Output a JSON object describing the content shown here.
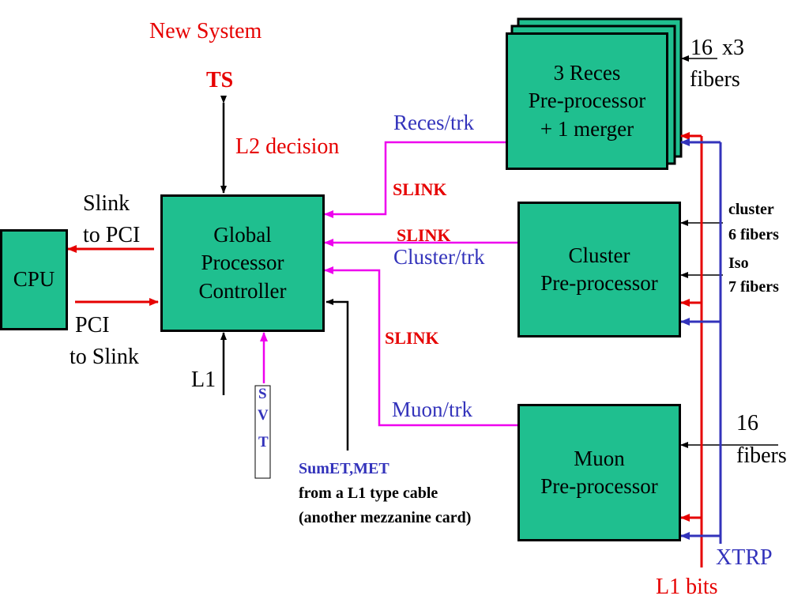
{
  "labels": {
    "new_system": "New System",
    "ts": "TS",
    "l2_decision": "L2 decision",
    "reces_trk": "Reces/trk",
    "slink_1": "SLINK",
    "slink_2": "SLINK",
    "slink_3": "SLINK",
    "cluster_trk": "Cluster/trk",
    "muon_trk": "Muon/trk",
    "slink_to_pci_1": "Slink",
    "slink_to_pci_2": "to PCI",
    "pci_to_slink_1": "PCI",
    "pci_to_slink_2": "to Slink",
    "l1": "L1",
    "svt": [
      "S",
      "V",
      "T"
    ],
    "sumet_met": "SumET,MET",
    "from_l1_cable": "from a L1 type cable",
    "another_mezzanine": "(another mezzanine card)",
    "fibers_16x3_a": "16",
    "fibers_16x3_b": "x3",
    "fibers_16x3_c": "fibers",
    "cluster_fibers_1": "cluster",
    "cluster_fibers_2": "6 fibers",
    "iso_fibers_1": "Iso",
    "iso_fibers_2": "7 fibers",
    "fibers_16_a": "16",
    "fibers_16_b": "fibers",
    "xtrp": "XTRP",
    "l1_bits": "L1 bits"
  },
  "boxes": {
    "cpu": [
      "CPU"
    ],
    "gpc": [
      "Global",
      "Processor",
      "Controller"
    ],
    "reces": [
      "3 Reces",
      "Pre-processor",
      "+ 1 merger"
    ],
    "cluster": [
      "Cluster",
      "Pre-processor"
    ],
    "muon": [
      "Muon",
      "Pre-processor"
    ]
  },
  "colors": {
    "box_fill": "#1fbf8f",
    "red": "#e60000",
    "blue": "#3333bb",
    "magenta": "#ee00ee"
  }
}
